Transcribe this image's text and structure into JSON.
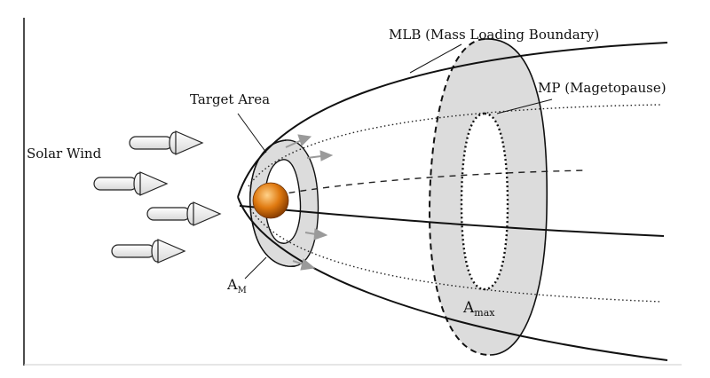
{
  "labels": {
    "mlb": "MLB (Mass Loading Boundary)",
    "mp": "MP (Magetopause)",
    "target_area": "Target Area",
    "solar_wind": "Solar Wind",
    "a_m_main": "A",
    "a_m_sub": "M",
    "a_max_main": "A",
    "a_max_sub": "max"
  },
  "colors": {
    "stroke": "#111111",
    "shade": "#dcdcdc",
    "planet": "#e07a10",
    "flow_arrow": "#9a9a9a",
    "wind_arrow_fill": "#f4f4f4"
  }
}
